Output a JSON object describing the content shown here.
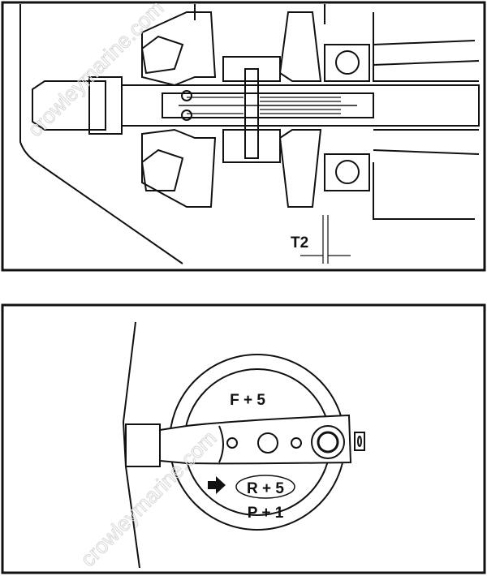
{
  "figures": {
    "top": {
      "clearance_label": "T2"
    },
    "bottom": {
      "labels": {
        "forward": "F + 5",
        "reverse": "R + 5",
        "park": "P + 1"
      },
      "highlighted": "R + 5",
      "pointer_icon": "arrow-right-icon"
    }
  },
  "watermark": "crowleymarine.com",
  "colors": {
    "ink": "#111111",
    "background": "#ffffff"
  }
}
